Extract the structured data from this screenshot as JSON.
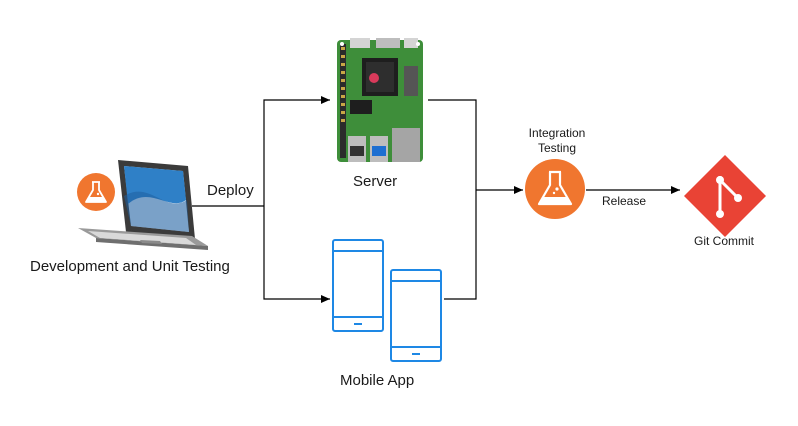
{
  "labels": {
    "dev": "Development and Unit Testing",
    "deploy": "Deploy",
    "server": "Server",
    "mobile": "Mobile App",
    "integration_line1": "Integration",
    "integration_line2": "Testing",
    "release": "Release",
    "git": "Git Commit"
  },
  "icons": {
    "laptop": "laptop-icon",
    "flask": "flask-icon",
    "server": "raspberry-pi-board-icon",
    "phone": "smartphone-icon",
    "git": "git-logo-icon"
  },
  "colors": {
    "accent_orange": "#f0762f",
    "phone_blue": "#1e88e5",
    "laptop_blue": "#2f80c7",
    "git_red": "#e94335",
    "board_green": "#3e8e3a",
    "line": "#000000"
  }
}
